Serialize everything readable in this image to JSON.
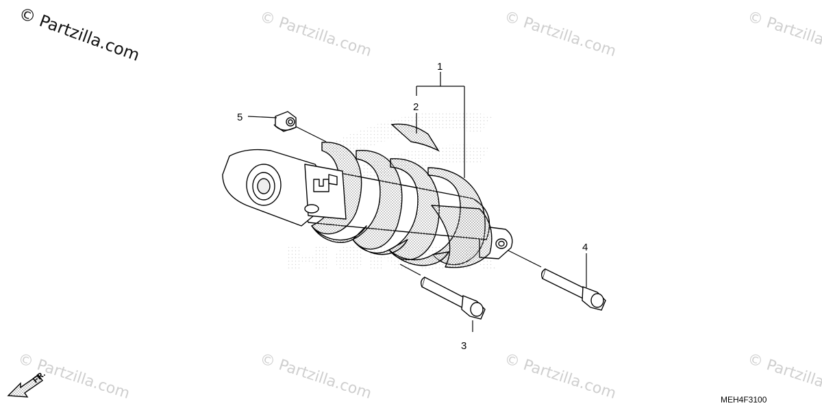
{
  "watermark": {
    "primary": "© Partzilla.com",
    "repeat": "© Partzilla.com"
  },
  "callouts": [
    {
      "id": "1",
      "label": "1"
    },
    {
      "id": "2",
      "label": "2"
    },
    {
      "id": "3",
      "label": "3"
    },
    {
      "id": "4",
      "label": "4"
    },
    {
      "id": "5",
      "label": "5"
    }
  ],
  "direction_label": "FR.",
  "diagram_code": "MEH4F3100",
  "colors": {
    "line": "#000000",
    "stipple": "#9a9a9a",
    "watermark": "#c8c8c8",
    "background": "#ffffff"
  }
}
